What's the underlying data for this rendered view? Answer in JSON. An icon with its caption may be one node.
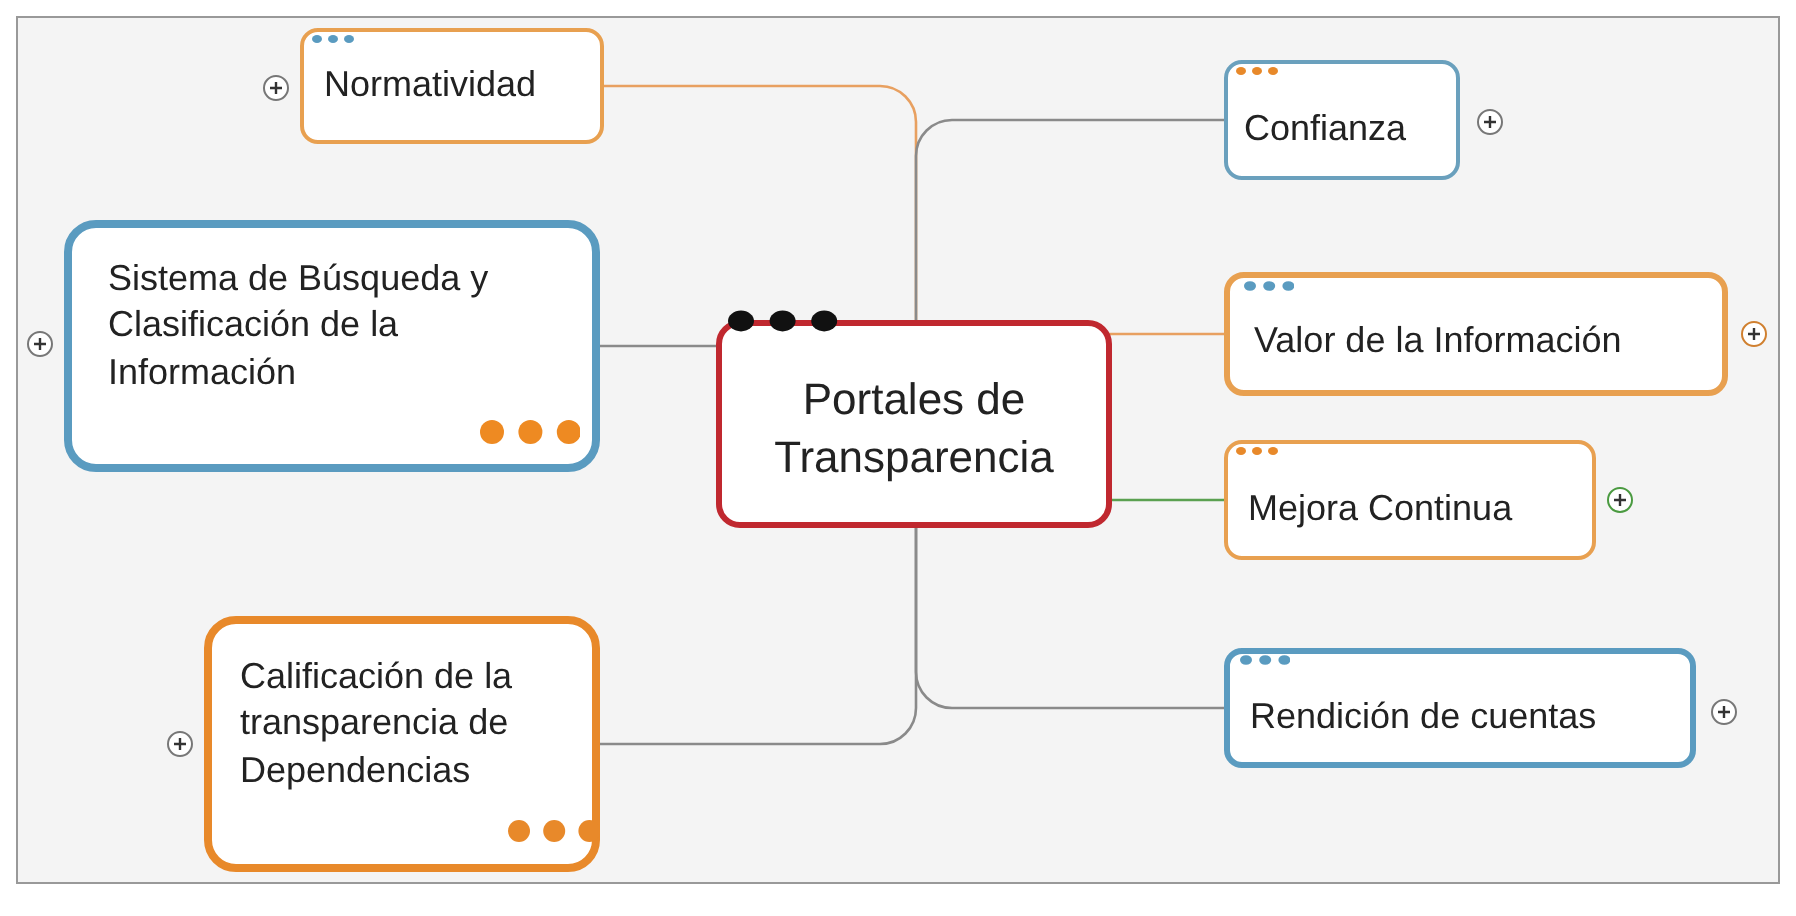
{
  "diagram": {
    "nodes": [
      {
        "text": [
          "Normatividad"
        ]
      },
      {
        "text": [
          "Confianza"
        ]
      },
      {
        "text": [
          "Sistema de Búsqueda y Clasificación de la Información"
        ]
      },
      {
        "text": [
          "Valor de la Información"
        ]
      },
      {
        "text": [
          "Portales de Transparencia"
        ]
      },
      {
        "text": [
          "Mejora Continua"
        ]
      },
      {
        "text": [
          "Rendición de cuentas"
        ]
      },
      {
        "text": [
          "Calificación de la transparencia de Dependencias"
        ]
      }
    ],
    "edges": [
      {
        "from": 4,
        "to": 0,
        "arrow": "none",
        "color": "#e8a060"
      },
      {
        "from": 4,
        "to": 1,
        "arrow": "none"
      },
      {
        "from": 4,
        "to": 2,
        "arrow": "none"
      },
      {
        "from": 4,
        "to": 3,
        "arrow": "none",
        "color": "#e8a060"
      },
      {
        "from": 4,
        "to": 5,
        "arrow": "none",
        "color": "#5aa050"
      },
      {
        "from": 4,
        "to": 6,
        "arrow": "none"
      },
      {
        "from": 4,
        "to": 7,
        "arrow": "none"
      }
    ]
  }
}
